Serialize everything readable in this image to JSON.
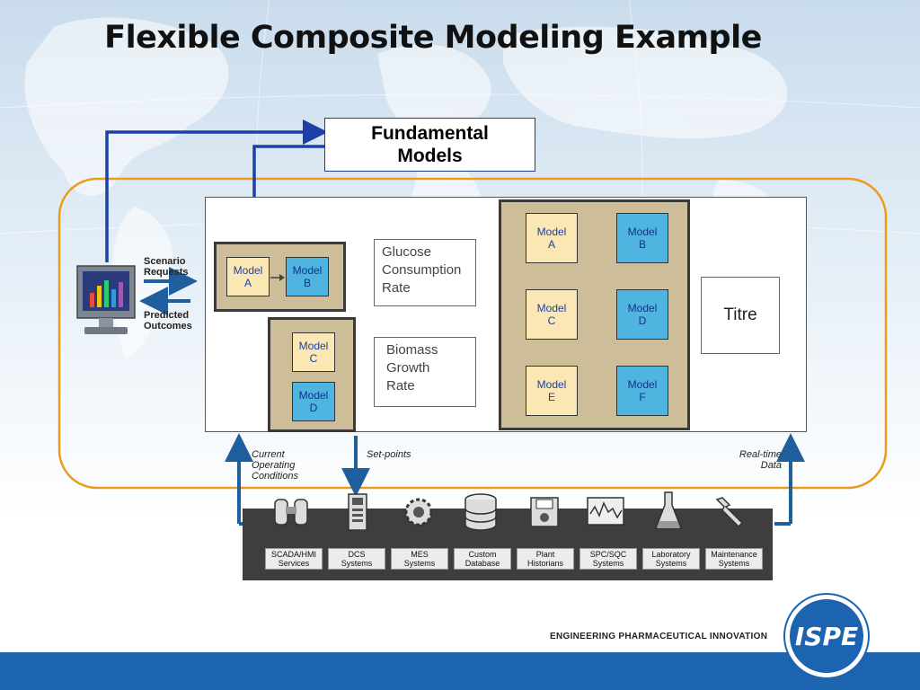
{
  "slide": {
    "title": "Flexible Composite Modeling Example",
    "footer_tagline": "ENGINEERING PHARMACEUTICAL INNOVATION",
    "logo_text": "ISPE"
  },
  "fundamental_models": {
    "label": "Fundamental\nModels"
  },
  "client": {
    "scenario_label": "Scenario\nRequests",
    "predicted_label": "Predicted\nOutcomes"
  },
  "diagram": {
    "group1": {
      "model_a": "Model\nA",
      "model_b": "Model\nB"
    },
    "group2": {
      "model_c": "Model\nC",
      "model_d": "Model\nD"
    },
    "glucose_doc": "Glucose\nConsumption\nRate",
    "biomass_doc": "Biomass\nGrowth\nRate",
    "network": {
      "model_a": "Model\nA",
      "model_b": "Model\nB",
      "model_c": "Model\nC",
      "model_d": "Model\nD",
      "model_e": "Model\nE",
      "model_f": "Model\nF"
    },
    "titre_doc": "Titre"
  },
  "flows": {
    "current_conditions": "Current\nOperating\nConditions",
    "set_points": "Set-points",
    "realtime_data": "Real-time\nData"
  },
  "systems": [
    {
      "label": "SCADA/HMI\nServices",
      "icon": "binoculars-icon"
    },
    {
      "label": "DCS\nSystems",
      "icon": "controller-icon"
    },
    {
      "label": "MES\nSystems",
      "icon": "gear-icon"
    },
    {
      "label": "Custom\nDatabase",
      "icon": "database-icon"
    },
    {
      "label": "Plant\nHistorians",
      "icon": "disk-icon"
    },
    {
      "label": "SPC/SQC\nSystems",
      "icon": "chart-icon"
    },
    {
      "label": "Laboratory\nSystems",
      "icon": "flask-icon"
    },
    {
      "label": "Maintenance\nSystems",
      "icon": "wrench-icon"
    }
  ],
  "colors": {
    "accent_blue": "#1d64b0",
    "orange_outline": "#ec9b1c",
    "model_tan": "#cdbd99",
    "model_light": "#fbe7b3",
    "model_blue": "#4fb4df"
  }
}
